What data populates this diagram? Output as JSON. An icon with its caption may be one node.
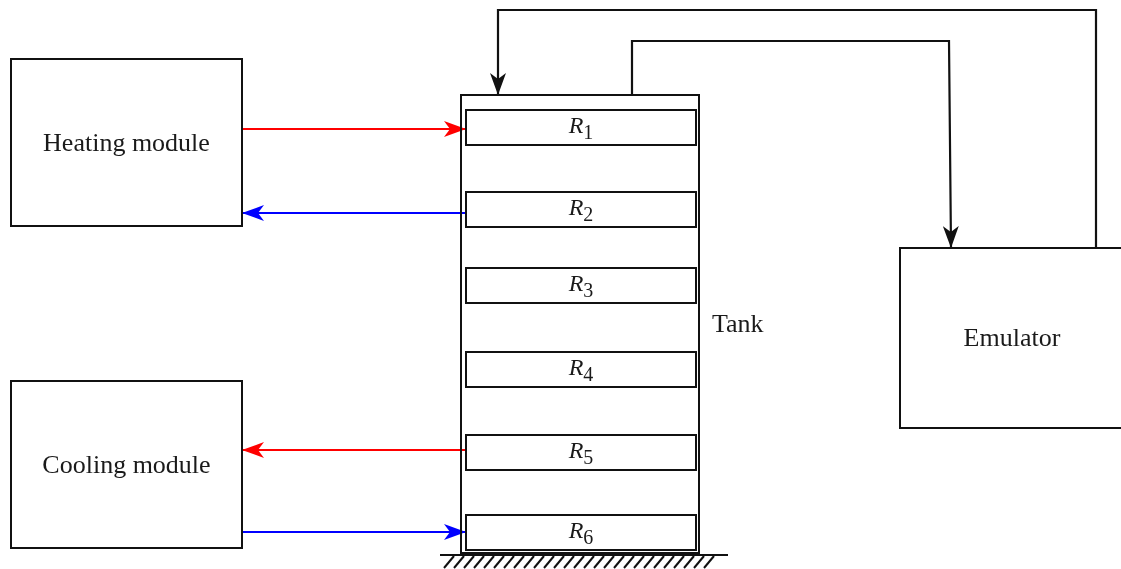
{
  "diagram": {
    "nodes": [
      {
        "text": [
          "Heating module"
        ]
      },
      {
        "text": [
          "Cooling module"
        ]
      },
      {
        "text": [
          "Tank"
        ]
      },
      {
        "text": [
          "*R*$_{1}$"
        ],
        "in": 2
      },
      {
        "text": [
          "*R*$_{2}$"
        ],
        "in": 2
      },
      {
        "text": [
          "*R*$_{3}$"
        ],
        "in": 2
      },
      {
        "text": [
          "*R*$_{4}$"
        ],
        "in": 2
      },
      {
        "text": [
          "*R*$_{5}$"
        ],
        "in": 2
      },
      {
        "text": [
          "*R*$_{6}$"
        ],
        "in": 2
      },
      {
        "text": [
          "Emulator"
        ]
      }
    ],
    "edges": [
      {
        "from": 0,
        "to": 3,
        "arrow": "to",
        "color": "#ff0000"
      },
      {
        "from": 4,
        "to": 0,
        "arrow": "to",
        "color": "#0000ff"
      },
      {
        "from": 7,
        "to": 1,
        "arrow": "to",
        "color": "#ff0000"
      },
      {
        "from": 1,
        "to": 8,
        "arrow": "to",
        "color": "#0000ff"
      },
      {
        "from": 2,
        "to": 9,
        "arrow": "to",
        "color": "#111111"
      },
      {
        "from": 9,
        "to": 2,
        "arrow": "to",
        "color": "#111111"
      }
    ]
  }
}
